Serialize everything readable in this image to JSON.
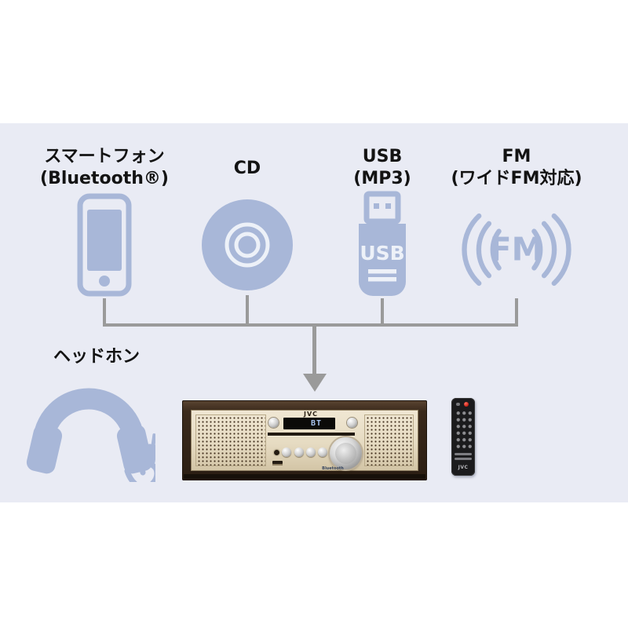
{
  "sources": [
    {
      "id": "smartphone",
      "label_line1": "スマートフォン",
      "label_line2": "(Bluetooth®)",
      "icon": "smartphone-icon"
    },
    {
      "id": "cd",
      "label_line1": "CD",
      "label_line2": "",
      "icon": "cd-disc-icon"
    },
    {
      "id": "usb",
      "label_line1": "USB",
      "label_line2": "(MP3)",
      "icon": "usb-stick-icon",
      "icon_text": "USB"
    },
    {
      "id": "fm",
      "label_line1": "FM",
      "label_line2": "(ワイドFM対応)",
      "icon": "fm-waves-icon",
      "icon_text": "FM"
    }
  ],
  "headphone": {
    "label": "ヘッドホン",
    "icon": "headphones-icon"
  },
  "device": {
    "brand": "JVC",
    "display_text": "BT",
    "bluetooth_label": "Bluetooth",
    "remote_brand": "JVC"
  },
  "colors": {
    "page_background": "#ffffff",
    "panel_blue": "#e9ebf4",
    "icon_blue": "#a8b7d8",
    "connector_gray": "#9a9a9a",
    "label_text": "#131313",
    "cabinet_brown": "#3a2a1c",
    "front_panel_cream": "#e8dec8",
    "display_text_blue": "#a8c4f0"
  }
}
